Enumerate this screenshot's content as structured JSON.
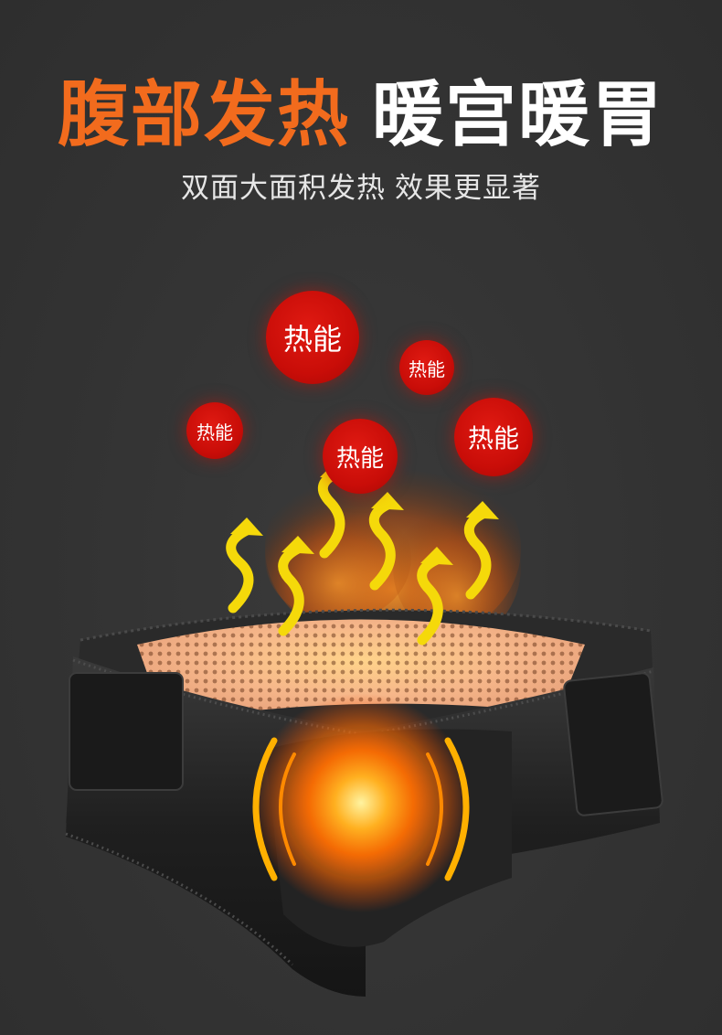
{
  "headline": {
    "part1": "腹部发热",
    "part2": "暖宫暖胃"
  },
  "subheadline": {
    "part1": "双面大面积发热",
    "part2": "效果更显著"
  },
  "heat_bubbles": [
    {
      "label": "热能"
    },
    {
      "label": "热能"
    },
    {
      "label": "热能"
    },
    {
      "label": "热能"
    },
    {
      "label": "热能"
    }
  ],
  "colors": {
    "background": "#333333",
    "accent_orange": "#f26b1d",
    "bubble_red": "#c90d08",
    "arrow_yellow": "#f5d90a",
    "belt_black": "#1e1e1e"
  },
  "icons": [
    "heat-arrow-icon",
    "glow-core-icon"
  ]
}
